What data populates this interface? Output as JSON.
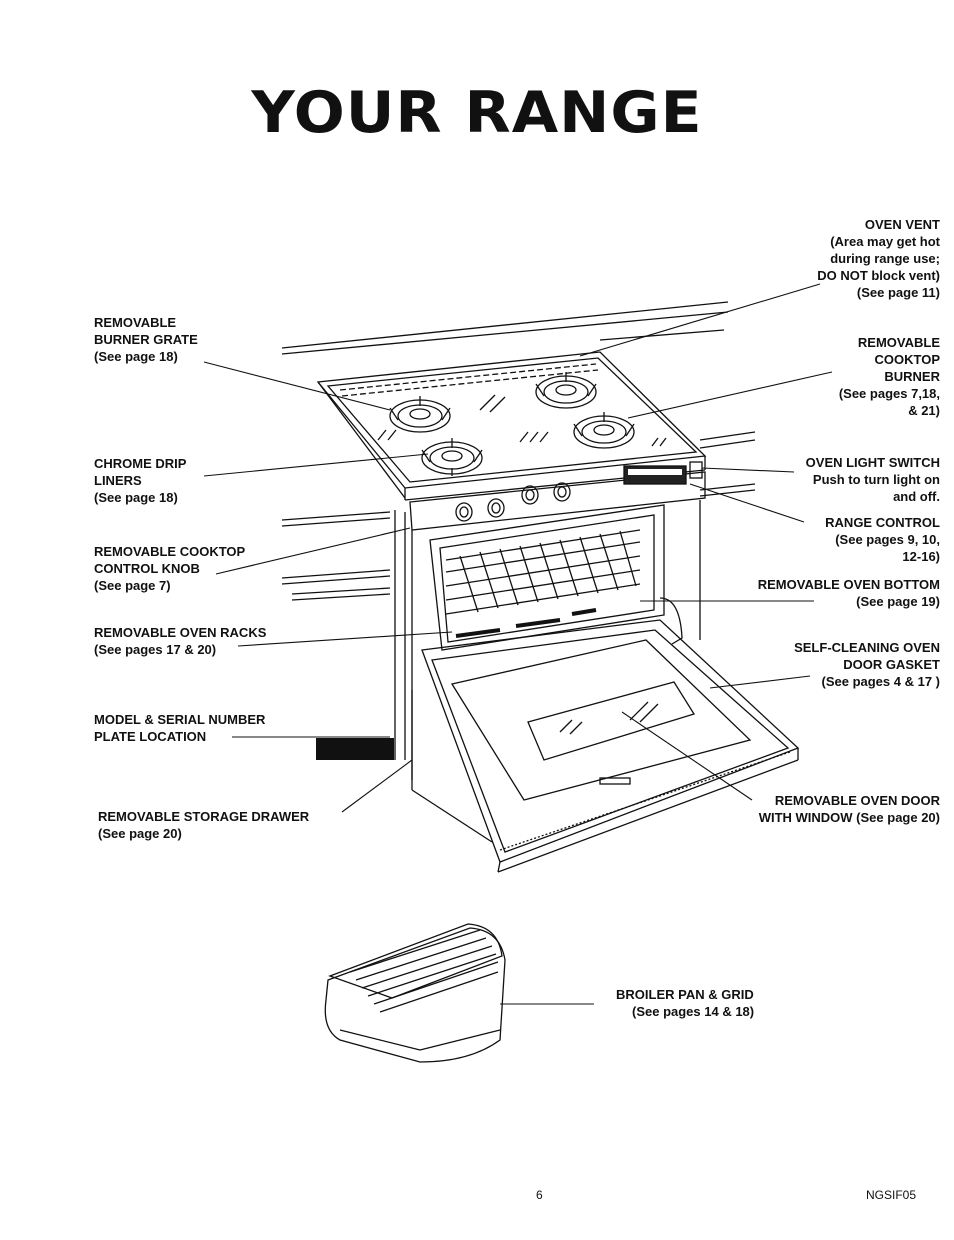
{
  "page": {
    "title": "YOUR RANGE",
    "page_number": "6",
    "doc_code": "NGSIF05"
  },
  "labels": {
    "oven_vent": {
      "lines": [
        "OVEN VENT",
        "(Area may get hot",
        "during range use;",
        "DO NOT block vent)",
        "(See page 11)"
      ]
    },
    "burner_grate": {
      "lines": [
        "REMOVABLE",
        "BURNER GRATE",
        "(See page 18)"
      ]
    },
    "cooktop_burner": {
      "lines": [
        "REMOVABLE",
        "COOKTOP",
        "BURNER",
        "(See pages 7,18,",
        "& 21)"
      ]
    },
    "drip_liners": {
      "lines": [
        "CHROME DRIP",
        "LINERS",
        "(See page 18)"
      ]
    },
    "oven_light_switch": {
      "lines": [
        "OVEN LIGHT SWITCH",
        "Push to turn light on",
        "and off."
      ]
    },
    "range_control": {
      "lines": [
        "RANGE CONTROL",
        "(See pages 9, 10,",
        "12-16)"
      ]
    },
    "control_knob": {
      "lines": [
        "REMOVABLE COOKTOP",
        "CONTROL KNOB",
        "(See page 7)"
      ]
    },
    "oven_bottom": {
      "lines": [
        "REMOVABLE OVEN BOTTOM",
        "(See page 19)"
      ]
    },
    "oven_racks": {
      "lines": [
        "REMOVABLE OVEN RACKS",
        "(See pages 17 & 20)"
      ]
    },
    "door_gasket": {
      "lines": [
        "SELF-CLEANING OVEN",
        "DOOR GASKET",
        "(See pages 4 & 17 )"
      ]
    },
    "serial_plate": {
      "lines": [
        "MODEL & SERIAL NUMBER",
        "PLATE LOCATION"
      ]
    },
    "storage_drawer": {
      "lines": [
        "REMOVABLE STORAGE DRAWER",
        "(See page 20)"
      ]
    },
    "oven_door": {
      "lines": [
        "REMOVABLE OVEN DOOR",
        "WITH WINDOW (See page 20)"
      ]
    },
    "broiler_pan": {
      "lines": [
        "BROILER PAN & GRID",
        "(See pages 14 & 18)"
      ]
    }
  }
}
